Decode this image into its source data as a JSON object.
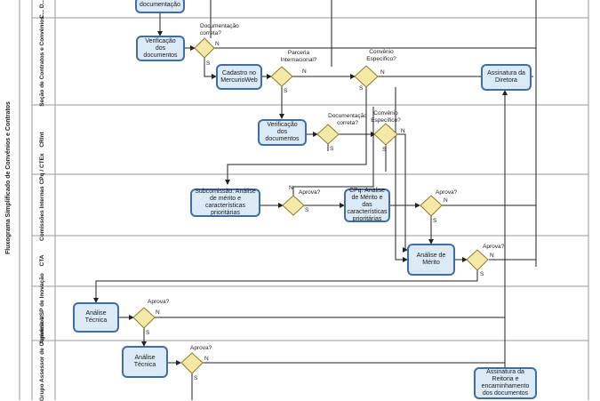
{
  "pool": {
    "title": "Fluxograma Simplificado de Convênios e Contratos"
  },
  "lanes": [
    {
      "id": "top",
      "label": "C... D..."
    },
    {
      "id": "secao",
      "label": "Seção de Contratos e Convênios"
    },
    {
      "id": "crint",
      "label": "CRInt"
    },
    {
      "id": "comissoes",
      "label": "Comissões Internas CPq / CTEx"
    },
    {
      "id": "cta",
      "label": "CTA"
    },
    {
      "id": "agencia",
      "label": "Agência USP de Inovação"
    },
    {
      "id": "grupo",
      "label": "Grupo Assessor de Convênios"
    }
  ],
  "tasks": {
    "documentacao": "documentação",
    "verificacao1": "Verificação dos documentos",
    "cadastro": "Cadastro no MercurioWeb",
    "assinatura_diretora": "Assinatura da Diretora",
    "verificacao2": "Verificação dos documentos",
    "subcomissao": "Subcomissão: Análise de mérito e características prioritárias",
    "cpq": "CPq: Análise de Mérito e das características prioritárias",
    "analise_merito": "Análise de Mérito",
    "analise_tecnica1": "Análise Técnica",
    "analise_tecnica2": "Análise Técnica",
    "assinatura_reitoria": "Assinatura da Reitoria e encaminhamento dos documentos"
  },
  "gateways": {
    "g1": "Documentação correta?",
    "g2": "Parceria Internacional?",
    "g3": "Convênio Específico?",
    "g4": "Documentação correta?",
    "g5": "Convênio Específico?",
    "g6": "Aprova?",
    "g7": "Aprova?",
    "g8": "Aprova?",
    "g9": "Aprova?",
    "g10": "Aprova?"
  },
  "flags": {
    "yes": "S",
    "no": "N"
  }
}
